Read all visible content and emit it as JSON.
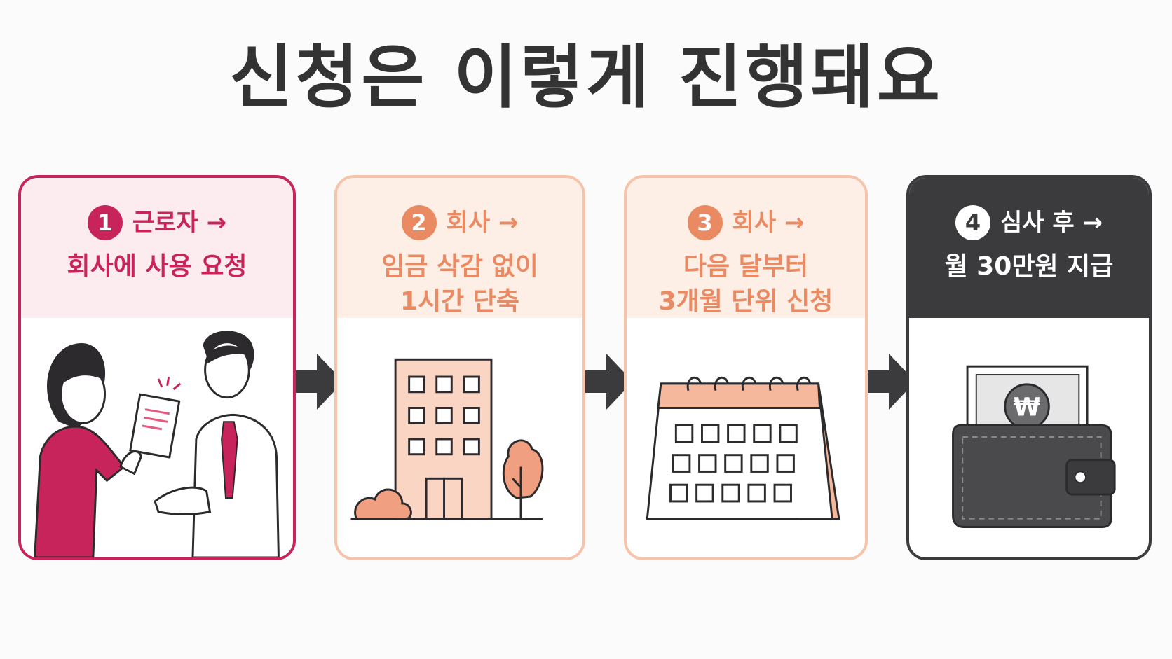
{
  "title": "신청은 이렇게 진행돼요",
  "steps": [
    {
      "number": "1",
      "line1": "근로자 →",
      "line2": "회사에 사용 요청",
      "line3": "",
      "icon": "worker-handing-document-icon"
    },
    {
      "number": "2",
      "line1": "회사 →",
      "line2": "임금 삭감 없이",
      "line3": "1시간 단축",
      "icon": "office-building-icon"
    },
    {
      "number": "3",
      "line1": "회사 →",
      "line2": "다음 달부터",
      "line3": "3개월 단위 신청",
      "icon": "calendar-icon"
    },
    {
      "number": "4",
      "line1": "심사 후 →",
      "line2": "월 30만원 지급",
      "line3": "",
      "icon": "wallet-money-icon"
    }
  ],
  "currency_symbol": "₩",
  "colors": {
    "step1_accent": "#c7245b",
    "step2_accent": "#ea8a62",
    "step3_accent": "#ea8a62",
    "step4_accent": "#3b3b3e",
    "arrow": "#3b3b3e"
  }
}
